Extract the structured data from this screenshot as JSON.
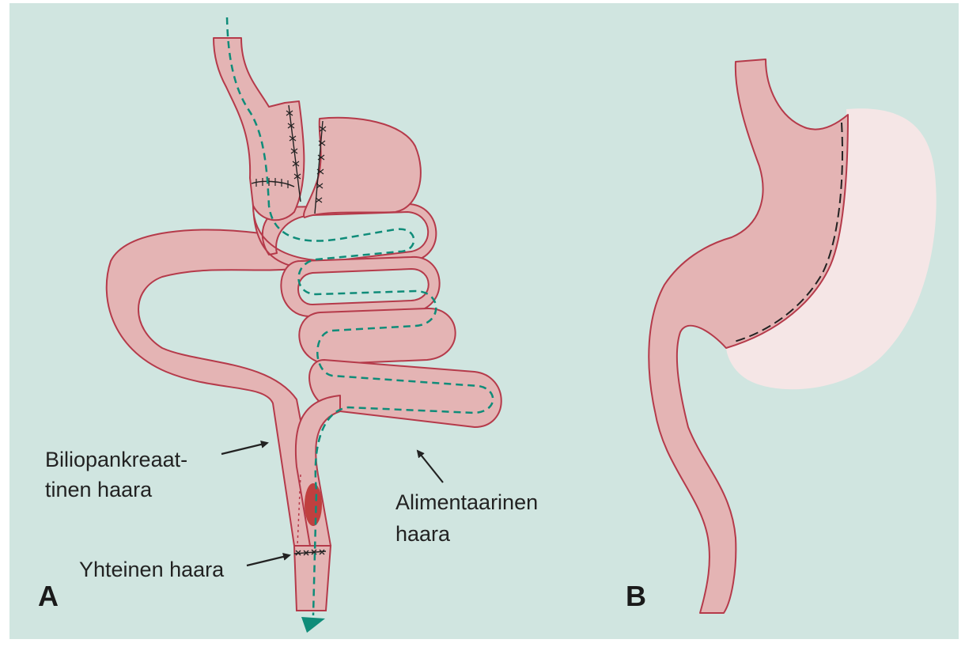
{
  "colors": {
    "background": "#d0e5e0",
    "tissue": "#e4b4b4",
    "outline": "#b53a4a",
    "removed_stomach": "#f5e6e6",
    "food_path": "#0f8c79",
    "common_channel_marker": "#c0403f"
  },
  "figure_a": {
    "panel_label": "A",
    "labels": {
      "biliopancreatic_line1": "Biliopankreaat-",
      "biliopancreatic_line2": "tinen haara",
      "alimentary_line1": "Alimentaarinen",
      "alimentary_line2": "haara",
      "common": "Yhteinen haara"
    }
  },
  "figure_b": {
    "panel_label": "B"
  }
}
